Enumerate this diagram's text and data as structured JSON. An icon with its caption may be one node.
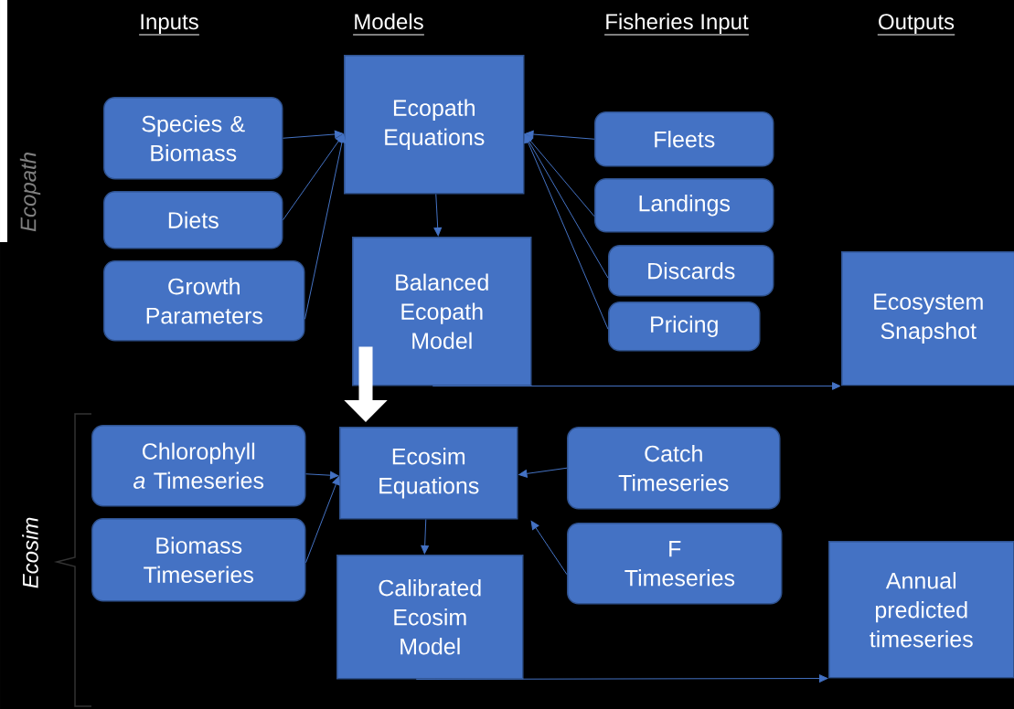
{
  "diagram": {
    "nodes": [
      {
        "text": [
          "Species & Biomass"
        ]
      },
      {
        "text": [
          "Diets"
        ]
      },
      {
        "text": [
          "Growth Parameters"
        ]
      },
      {
        "text": [
          "Ecopath Equations"
        ]
      },
      {
        "text": [
          "Balanced Ecopath Model"
        ]
      },
      {
        "text": [
          "Fleets"
        ]
      },
      {
        "text": [
          "Landings"
        ]
      },
      {
        "text": [
          "Discards"
        ]
      },
      {
        "text": [
          "Pricing"
        ]
      },
      {
        "text": [
          "Ecosystem Snapshot"
        ]
      },
      {
        "text": [
          "Chlorophyll *a* Timeseries"
        ]
      },
      {
        "text": [
          "Biomass Timeseries"
        ]
      },
      {
        "text": [
          "Ecosim Equations"
        ]
      },
      {
        "text": [
          "Calibrated Ecosim Model"
        ]
      },
      {
        "text": [
          "Catch Timeseries"
        ]
      },
      {
        "text": [
          "F Timeseries"
        ]
      },
      {
        "text": [
          "Annual predicted timeseries"
        ]
      }
    ],
    "edges": [
      {
        "from": 0,
        "to": 3,
        "arrow": "to"
      },
      {
        "from": 1,
        "to": 3,
        "arrow": "to"
      },
      {
        "from": 2,
        "to": 3,
        "arrow": "to"
      },
      {
        "from": 5,
        "to": 3,
        "arrow": "to"
      },
      {
        "from": 6,
        "to": 3,
        "arrow": "to"
      },
      {
        "from": 7,
        "to": 3,
        "arrow": "to"
      },
      {
        "from": 8,
        "to": 3,
        "arrow": "to"
      },
      {
        "from": 3,
        "to": 4,
        "arrow": "to"
      },
      {
        "from": 4,
        "to": 9,
        "arrow": "to"
      },
      {
        "from": 4,
        "to": 12,
        "arrow": "to",
        "style": "thick",
        "color": "#ffffff"
      },
      {
        "from": 10,
        "to": 12,
        "arrow": "to"
      },
      {
        "from": 11,
        "to": 12,
        "arrow": "to"
      },
      {
        "from": 14,
        "to": 12,
        "arrow": "to"
      },
      {
        "from": 15,
        "to": 12,
        "arrow": "to"
      },
      {
        "from": 12,
        "to": 13,
        "arrow": "to"
      },
      {
        "from": 13,
        "to": 16,
        "arrow": "to"
      }
    ],
    "labels": [
      "Inputs",
      "Models",
      "Fisheries Input",
      "Outputs",
      "Ecopath",
      "Ecosim"
    ]
  }
}
